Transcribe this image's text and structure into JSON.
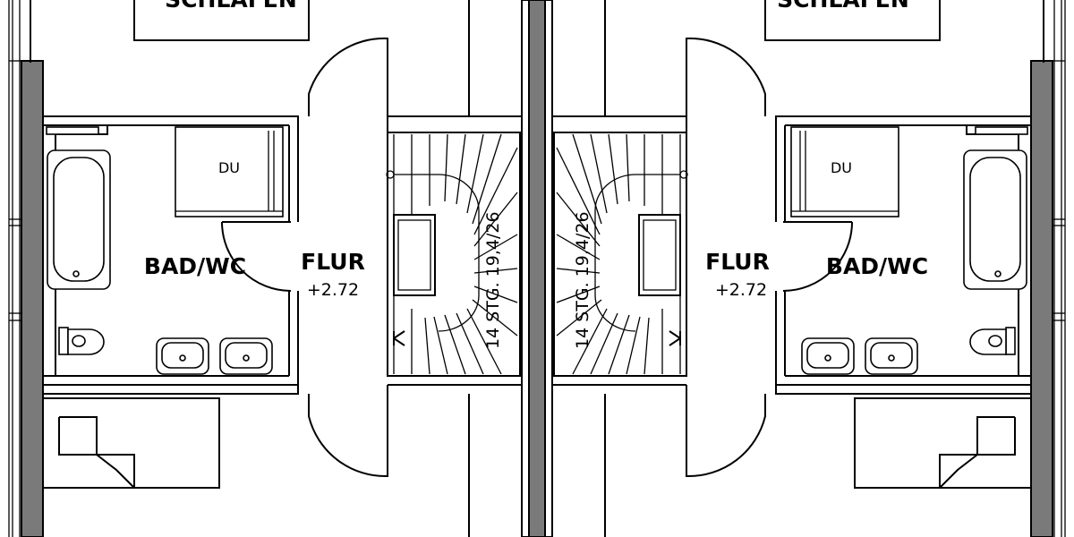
{
  "plan": {
    "left_unit": {
      "top_room_label": "SCHLAFEN",
      "shower_label": "DU",
      "bath_label": "BAD/WC",
      "hall_label": "FLUR",
      "hall_level": "+2.72",
      "stair_label": "14 STG. 19,4/26"
    },
    "right_unit": {
      "top_room_label": "SCHLAFEN",
      "shower_label": "DU",
      "bath_label": "BAD/WC",
      "hall_label": "FLUR",
      "hall_level": "+2.72",
      "stair_label": "14 STG. 19,4/26"
    }
  },
  "colors": {
    "line": "#000000",
    "wall_fill": "#7a7a7a",
    "background": "#ffffff"
  }
}
